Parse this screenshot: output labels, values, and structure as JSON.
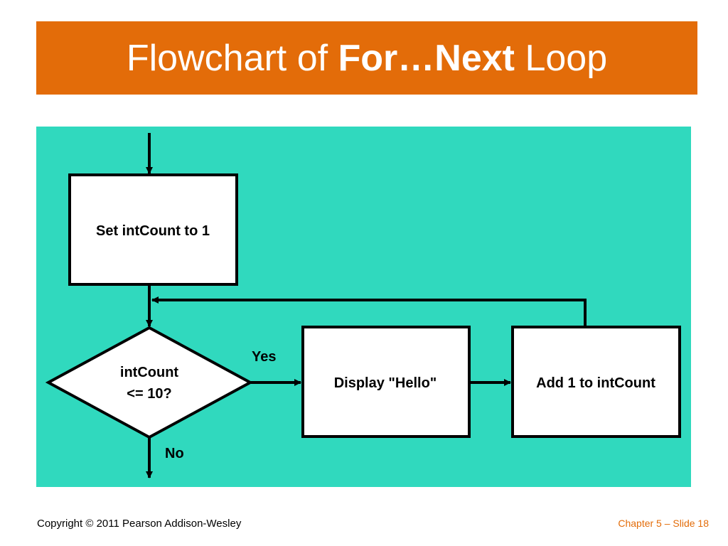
{
  "slide": {
    "title_part1": "Flowchart of ",
    "title_bold": "For…Next",
    "title_part2": " Loop"
  },
  "flowchart": {
    "nodes": {
      "init": "Set intCount to 1",
      "decision_line1": "intCount",
      "decision_line2": "<= 10?",
      "display": "Display \"Hello\"",
      "increment": "Add 1 to intCount"
    },
    "edges": {
      "yes_label": "Yes",
      "no_label": "No"
    }
  },
  "footer": {
    "copyright": "Copyright © 2011 Pearson Addison-Wesley",
    "slide_ref": "Chapter 5 – Slide 18"
  },
  "colors": {
    "title_bar": "#e36c09",
    "diagram_background": "#30d9be",
    "footer_accent": "#e36c09",
    "node_fill": "#ffffff",
    "stroke": "#000000"
  }
}
